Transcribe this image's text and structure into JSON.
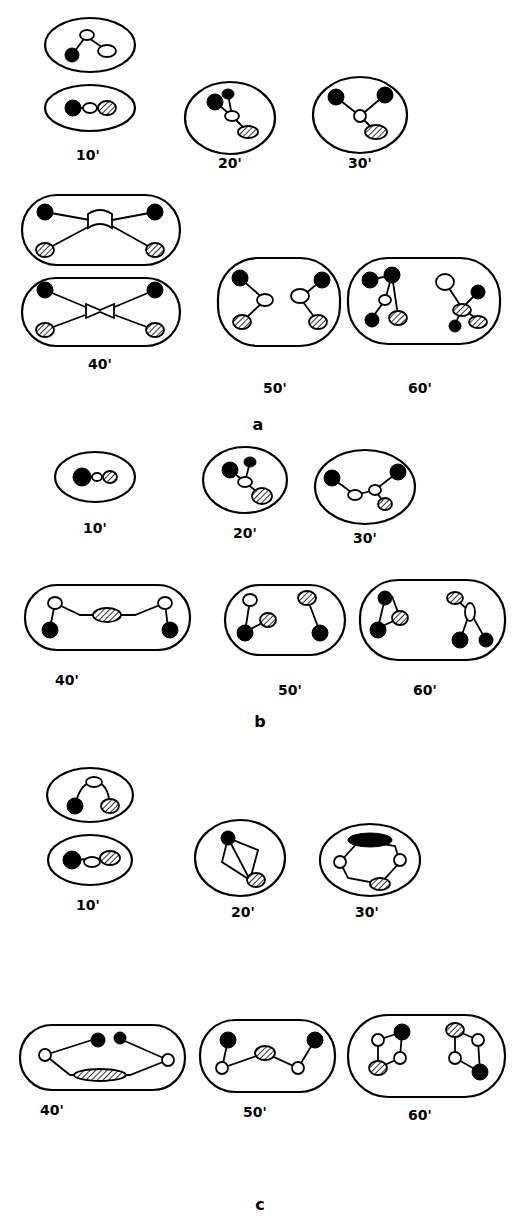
{
  "diagram": {
    "labels": [
      "10'",
      "20'",
      "30'",
      "40'",
      "50'",
      "60'",
      "a",
      "10'",
      "20'",
      "30'",
      "40'",
      "50'",
      "60'",
      "b",
      "10'",
      "20'",
      "30'",
      "40'",
      "50'",
      "60'",
      "c"
    ]
  }
}
